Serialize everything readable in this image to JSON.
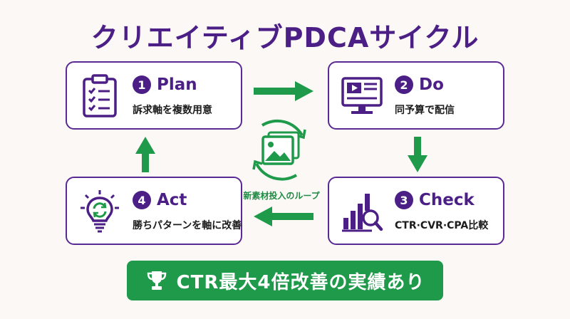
{
  "title": "クリエイティブPDCAサイクル",
  "cards": {
    "plan": {
      "number": "1",
      "name": "Plan",
      "desc": "訴求軸を複数用意"
    },
    "do": {
      "number": "2",
      "name": "Do",
      "desc": "同予算で配信"
    },
    "check": {
      "number": "3",
      "name": "Check",
      "desc": "CTR·CVR·CPA比較"
    },
    "act": {
      "number": "4",
      "name": "Act",
      "desc": "勝ちパターンを軸に改善"
    }
  },
  "center": {
    "label": "新素材投入のループ"
  },
  "banner": {
    "text": "CTR最大4倍改善の実績あり"
  },
  "icons": {
    "plan": "clipboard-checklist-icon",
    "do": "video-monitor-icon",
    "check": "bar-chart-magnifier-icon",
    "act": "lightbulb-refresh-icon",
    "center": "image-refresh-icon",
    "banner": "trophy-icon"
  },
  "colors": {
    "primary": "#4b1f86",
    "accent": "#1e9a4a",
    "background": "#fbf8f6"
  }
}
